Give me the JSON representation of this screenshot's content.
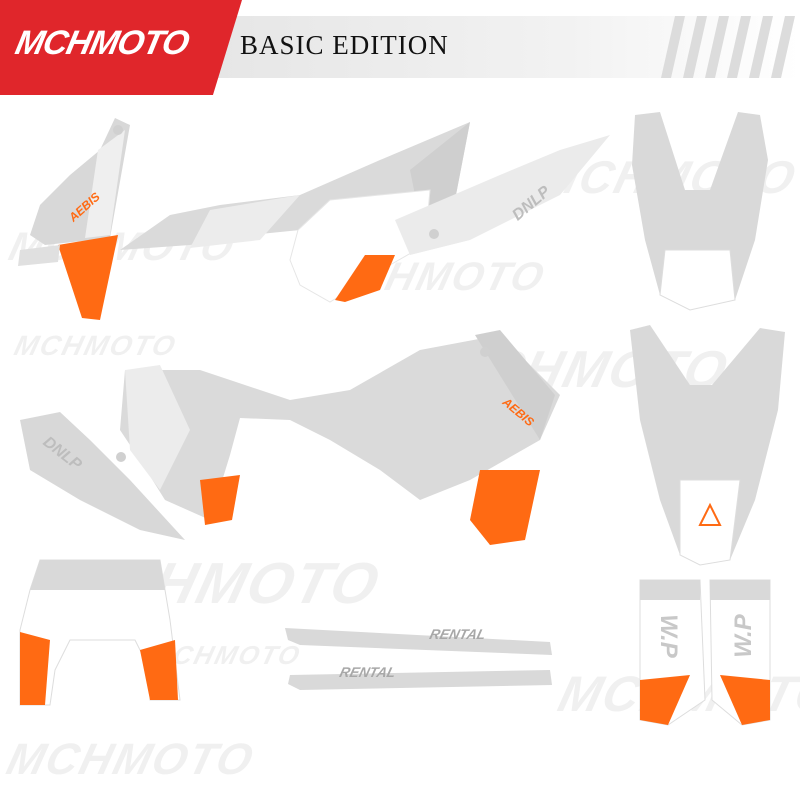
{
  "header": {
    "brand": "MCHMOTO",
    "edition": "BASIC EDITION"
  },
  "watermark": {
    "text": "MCHMOTO"
  },
  "decals": {
    "sponsor_1": "AEBIS",
    "sponsor_2": "DNLP",
    "fork_label": "W.P",
    "swingarm_label": "RENTAL"
  },
  "colors": {
    "brand_red": "#e0262b",
    "accent_orange": "#ff6a13",
    "base_gray": "#d9d9d9",
    "base_white": "#ffffff"
  }
}
